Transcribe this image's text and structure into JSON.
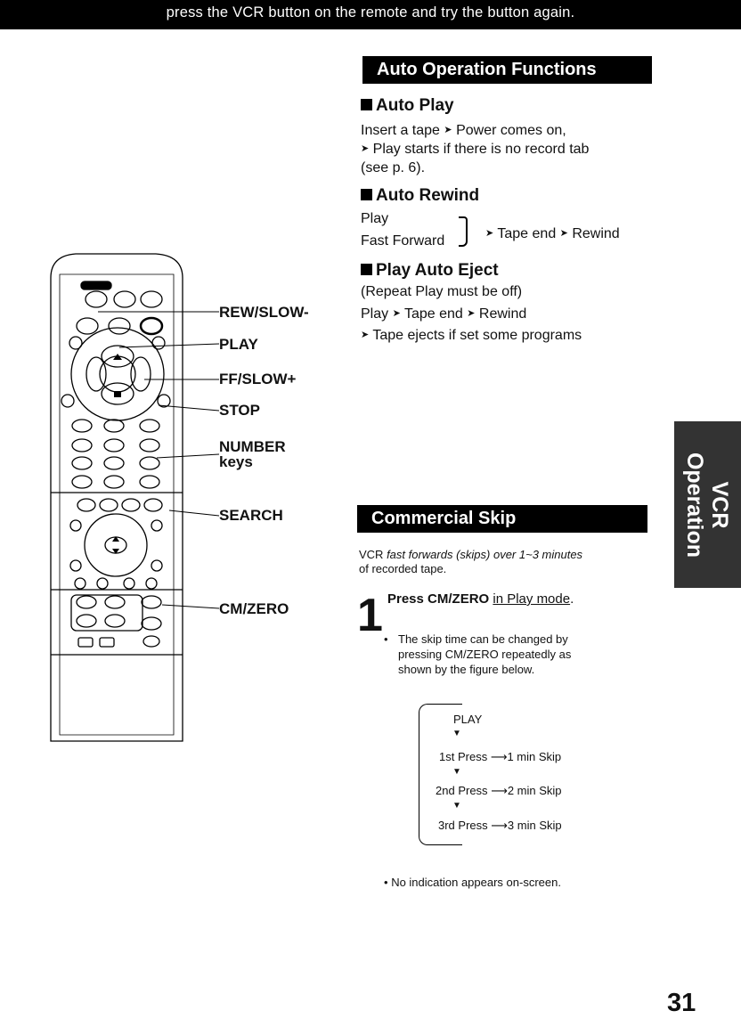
{
  "top_banner": "press the VCR button on the remote and try the button again.",
  "auto_section": {
    "header": "Auto Operation Functions",
    "auto_play": {
      "title": "Auto Play",
      "lines": [
        "Insert a tape",
        "Power comes on,",
        "Play starts if there is no record tab",
        "(see p. 6)."
      ]
    },
    "auto_rewind": {
      "title": "Auto Rewind",
      "play": "Play",
      "fast_forward": "Fast Forward",
      "tape_end": "Tape end",
      "rewind": "Rewind"
    },
    "play_auto_eject": {
      "title": "Play Auto Eject",
      "lines": [
        "(Repeat Play must be off)",
        "Play",
        "Tape end",
        "Rewind",
        "Tape ejects if set some programs"
      ]
    }
  },
  "remote": {
    "labels": [
      "REW/SLOW-",
      "PLAY",
      "FF/SLOW+",
      "STOP",
      "NUMBER",
      "keys",
      "SEARCH",
      "CM/ZERO"
    ]
  },
  "side_tab": "VCR\nOperation",
  "commercial": {
    "header": "Commercial Skip",
    "desc_1": "VCR ",
    "desc_2": "fast forwards (skips) over 1~3 minutes",
    "desc_3": "of recorded tape.",
    "step_number": "1",
    "step_bold": "Press CM/ZERO",
    "step_underlined": "in Play mode",
    "step_end": ".",
    "bullet_lines": [
      "The skip time can be changed by",
      "pressing CM/ZERO repeatedly as",
      "shown by the figure below."
    ],
    "figure": {
      "play": "PLAY",
      "rows": [
        {
          "ordinal": "1st",
          "press": "Press",
          "skip": "1 min Skip"
        },
        {
          "ordinal": "2nd",
          "press": "Press",
          "skip": "2 min Skip"
        },
        {
          "ordinal": "3rd",
          "press": "Press",
          "skip": "3 min Skip"
        }
      ]
    },
    "note": "No indication appears on-screen."
  },
  "page_number": "31"
}
